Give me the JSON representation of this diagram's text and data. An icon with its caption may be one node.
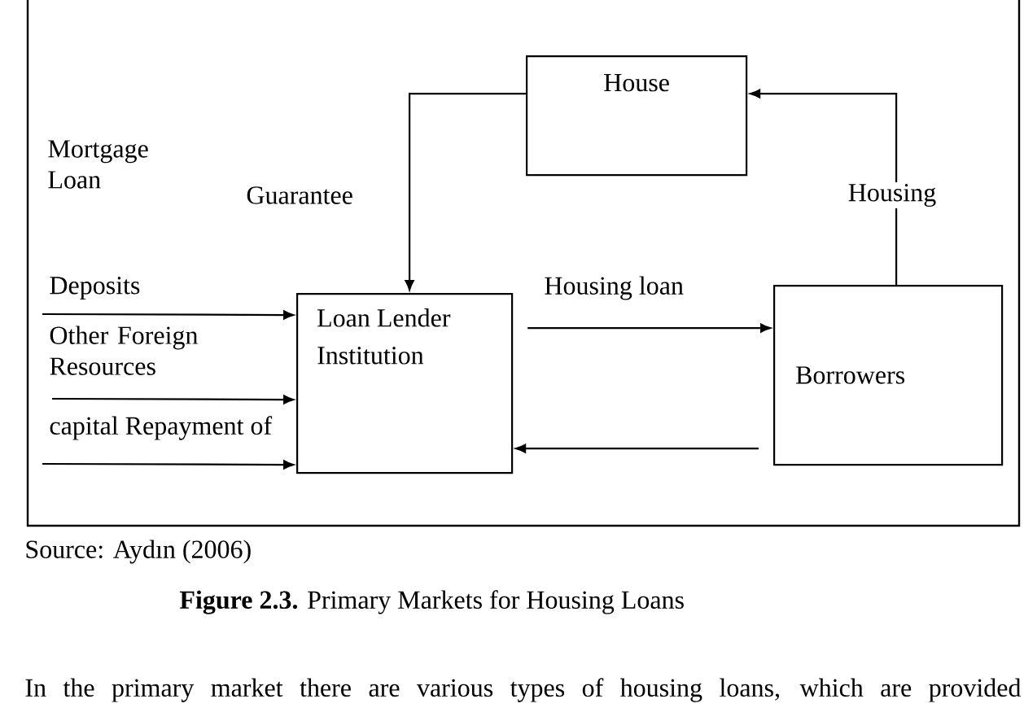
{
  "diagram": {
    "caption": "**Figure 2.3.** Primary Markets for Housing Loans",
    "nodes": [
      {
        "text": [
          "House"
        ]
      },
      {
        "text": [
          "Loan Lender Institution"
        ]
      },
      {
        "text": [
          "Borrowers"
        ]
      }
    ],
    "edges": [
      {
        "from": 2,
        "to": 0,
        "arrow": "to",
        "label": "Housing"
      },
      {
        "from": 0,
        "to": 1,
        "arrow": "to",
        "label": "Guarantee"
      },
      {
        "from": 1,
        "to": 2,
        "arrow": "to",
        "label": "Housing loan"
      },
      {
        "from": 2,
        "to": 1,
        "arrow": "to"
      },
      {
        "from": null,
        "to": 1,
        "arrow": "to",
        "label": "Deposits"
      },
      {
        "from": null,
        "to": 1,
        "arrow": "to",
        "label": "Other Foreign Resources"
      },
      {
        "from": null,
        "to": 1,
        "arrow": "to",
        "label": "capital Repayment of"
      }
    ],
    "labels": [
      "Mortgage Loan",
      "Source: Aydın (2006)",
      "In the primary market there are various types of housing loans, which are provided"
    ]
  }
}
